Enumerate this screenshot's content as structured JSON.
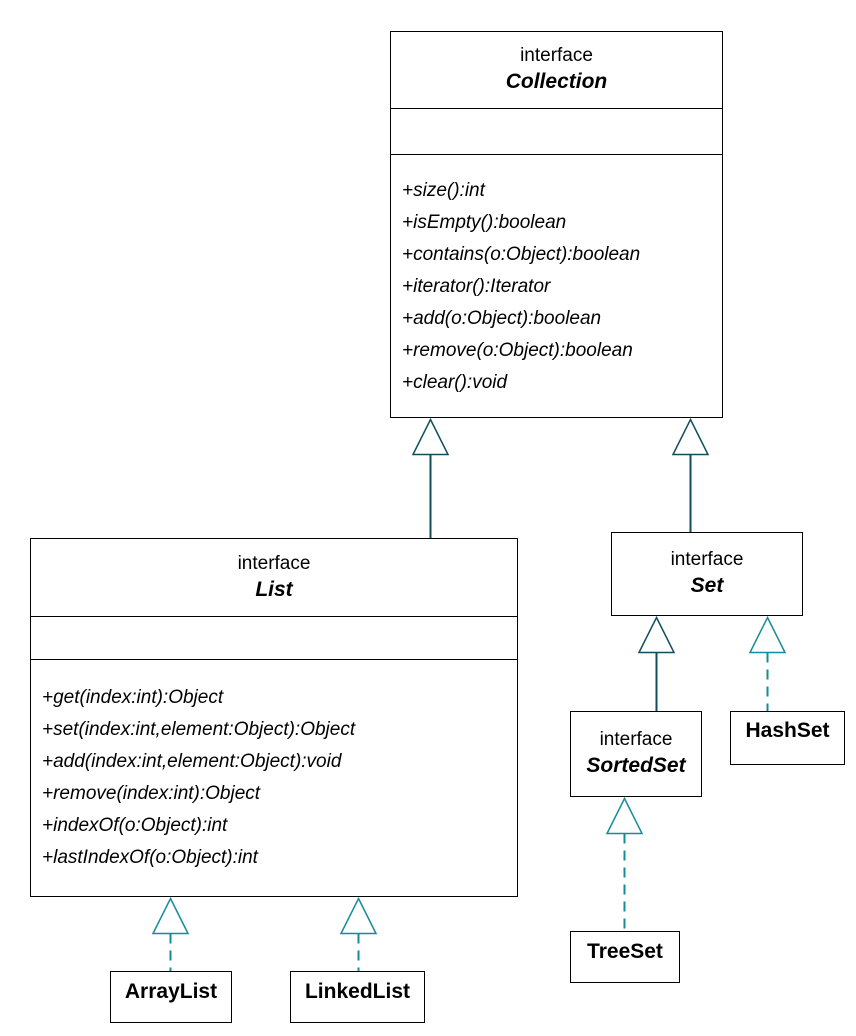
{
  "diagram_type": "uml-class-diagram",
  "subject": "Java Collections interface hierarchy",
  "nodes": {
    "collection": {
      "stereotype": "interface",
      "name": "Collection",
      "methods": [
        "+size():int",
        "+isEmpty():boolean",
        "+contains(o:Object):boolean",
        "+iterator():Iterator",
        "+add(o:Object):boolean",
        "+remove(o:Object):boolean",
        "+clear():void"
      ]
    },
    "list": {
      "stereotype": "interface",
      "name": "List",
      "methods": [
        "+get(index:int):Object",
        "+set(index:int,element:Object):Object",
        "+add(index:int,element:Object):void",
        "+remove(index:int):Object",
        "+indexOf(o:Object):int",
        "+lastIndexOf(o:Object):int"
      ]
    },
    "set": {
      "stereotype": "interface",
      "name": "Set"
    },
    "sortedset": {
      "stereotype": "interface",
      "name": "SortedSet"
    },
    "hashset": {
      "name": "HashSet"
    },
    "treeset": {
      "name": "TreeSet"
    },
    "arraylist": {
      "name": "ArrayList"
    },
    "linkedlist": {
      "name": "LinkedList"
    }
  },
  "relationships": [
    {
      "from": "List",
      "to": "Collection",
      "type": "generalization",
      "line_style": "solid"
    },
    {
      "from": "Set",
      "to": "Collection",
      "type": "generalization",
      "line_style": "solid"
    },
    {
      "from": "SortedSet",
      "to": "Set",
      "type": "generalization",
      "line_style": "solid"
    },
    {
      "from": "HashSet",
      "to": "Set",
      "type": "realization",
      "line_style": "dashed"
    },
    {
      "from": "TreeSet",
      "to": "SortedSet",
      "type": "realization",
      "line_style": "dashed"
    },
    {
      "from": "ArrayList",
      "to": "List",
      "type": "realization",
      "line_style": "dashed"
    },
    {
      "from": "LinkedList",
      "to": "List",
      "type": "realization",
      "line_style": "dashed"
    }
  ],
  "colors": {
    "background": "#ffffff",
    "box_border": "#000000",
    "text": "#000000",
    "solid_connector": "#0f4f5c",
    "dashed_connector": "#138d97"
  }
}
